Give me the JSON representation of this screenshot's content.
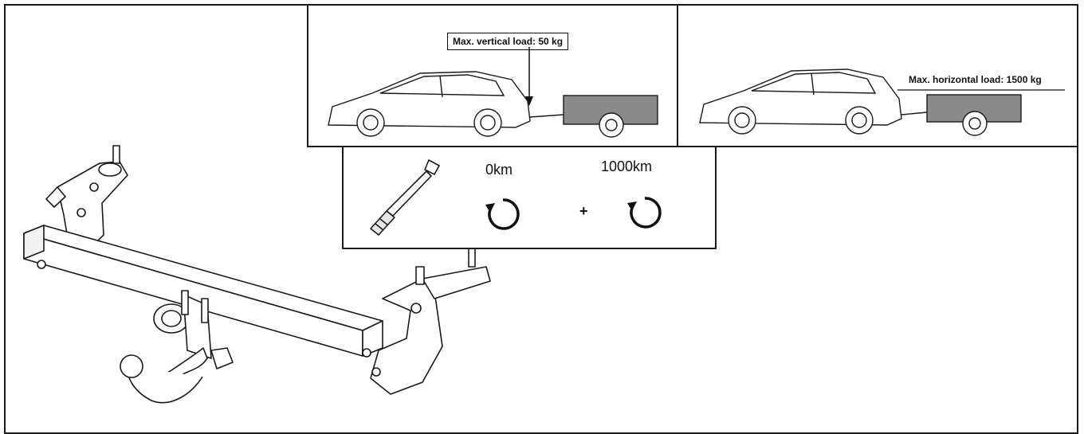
{
  "vertical_panel": {
    "label": "Max. vertical load: 50 kg"
  },
  "horizontal_panel": {
    "label": "Max. horizontal load: 1500 kg"
  },
  "torque_panel": {
    "step1_label": "0km",
    "plus": "+",
    "step2_label": "1000km",
    "icons": [
      "torque-wrench-icon",
      "rotate-clockwise-icon",
      "rotate-clockwise-icon"
    ]
  },
  "colors": {
    "line": "#1a1a1a",
    "trailer_fill": "#8a8a8a",
    "background": "#ffffff"
  }
}
